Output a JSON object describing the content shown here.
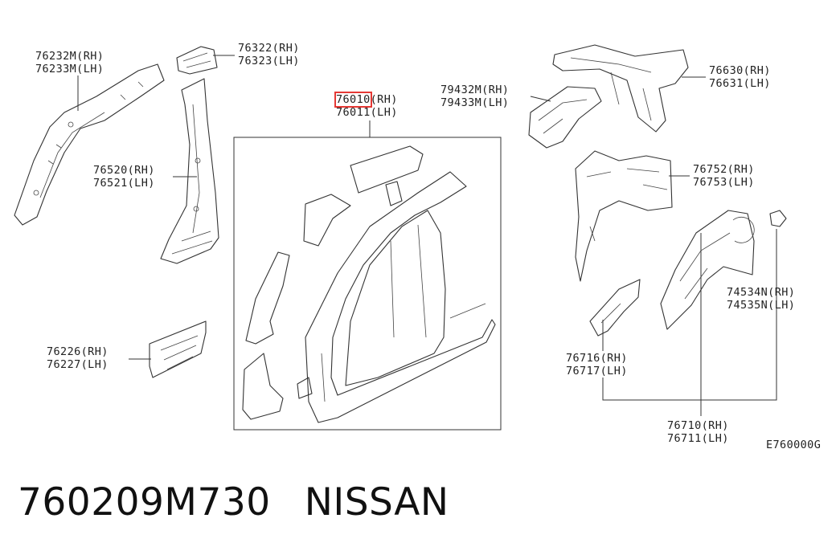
{
  "callouts": {
    "c76232": {
      "rh": "76232M(RH)",
      "lh": "76233M(LH)"
    },
    "c76322": {
      "rh": "76322(RH)",
      "lh": "76323(LH)"
    },
    "c76520": {
      "rh": "76520(RH)",
      "lh": "76521(LH)"
    },
    "c76226": {
      "rh": "76226(RH)",
      "lh": "76227(LH)"
    },
    "c76010": {
      "rh_part": "76010",
      "rh_suffix": "(RH)",
      "lh": "76011(LH)"
    },
    "c79432": {
      "rh": "79432M(RH)",
      "lh": "79433M(LH)"
    },
    "c76630": {
      "rh": "76630(RH)",
      "lh": "76631(LH)"
    },
    "c76752": {
      "rh": "76752(RH)",
      "lh": "76753(LH)"
    },
    "c74534": {
      "rh": "74534N(RH)",
      "lh": "74535N(LH)"
    },
    "c76716": {
      "rh": "76716(RH)",
      "lh": "76717(LH)"
    },
    "c76710": {
      "rh": "76710(RH)",
      "lh": "76711(LH)"
    }
  },
  "diagram_ref": "E760000G",
  "footer": {
    "part_number": "760209M730",
    "brand": "NISSAN"
  },
  "colors": {
    "line": "#333333",
    "highlight": "#e53935",
    "text": "#222222"
  }
}
